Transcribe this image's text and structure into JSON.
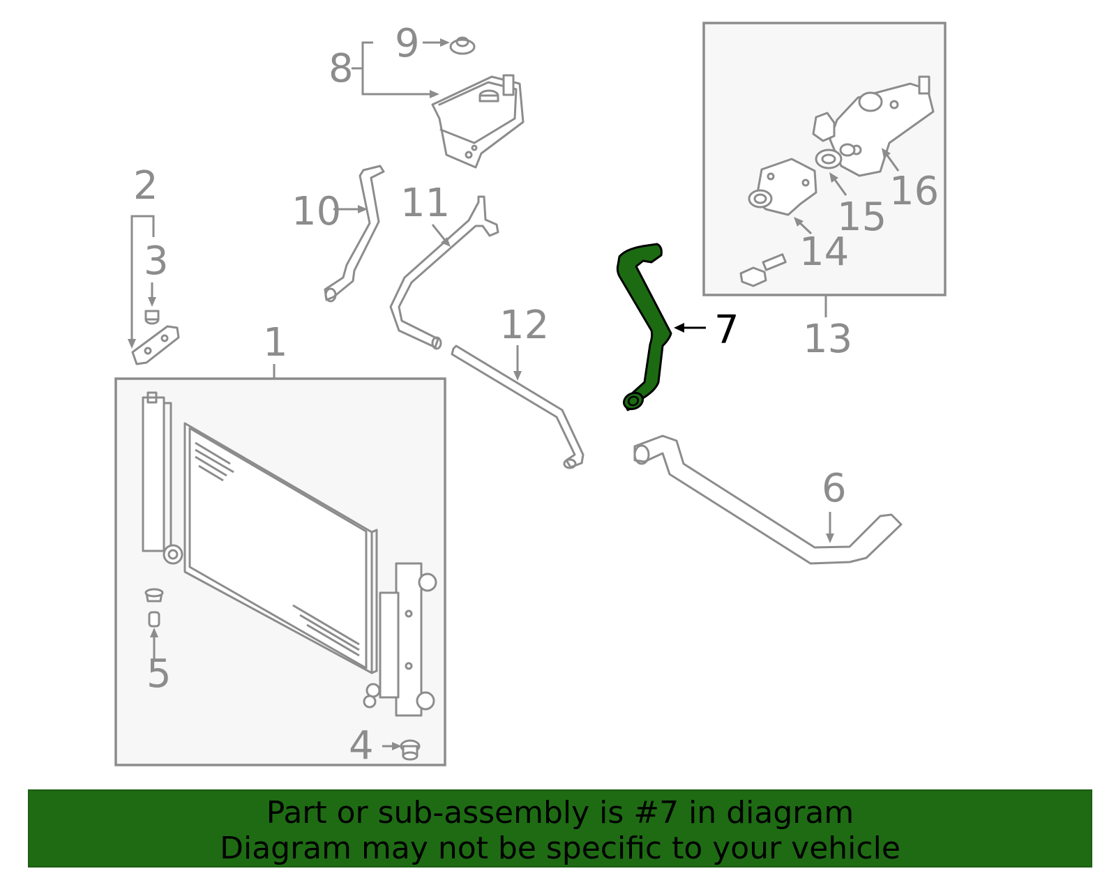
{
  "colors": {
    "highlight": "#1c6b12",
    "banner_bg": "#1e6b14",
    "line_gray": "#8c8c8c",
    "box_fill": "#f7f7f7"
  },
  "callouts": {
    "c1": "1",
    "c2": "2",
    "c3": "3",
    "c4": "4",
    "c5": "5",
    "c6": "6",
    "c7": "7",
    "c8": "8",
    "c9": "9",
    "c10": "10",
    "c11": "11",
    "c12": "12",
    "c13": "13",
    "c14": "14",
    "c15": "15",
    "c16": "16"
  },
  "highlighted_part": "7",
  "banner": {
    "line1": "Part or sub-assembly is #7 in diagram",
    "line2": "Diagram may not be specific to your vehicle"
  }
}
